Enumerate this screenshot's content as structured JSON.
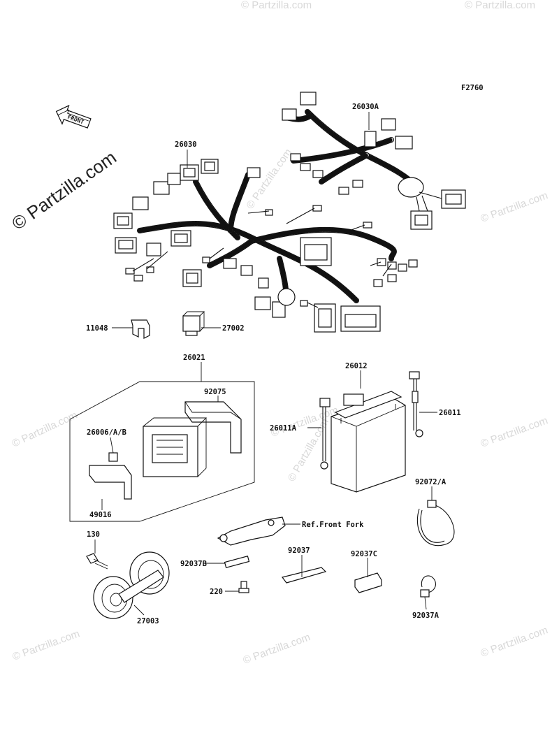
{
  "figure_code": "F2760",
  "watermark_main": "© Partzilla.com",
  "watermark_tile": "© Partzilla.com",
  "front_arrow": {
    "text": "FRONT",
    "icon": "front-arrow-icon"
  },
  "labels": {
    "p26030A": "26030A",
    "p26030": "26030",
    "p11048": "11048",
    "p27002": "27002",
    "p26021": "26021",
    "p92075": "92075",
    "p26006": "26006/A/B",
    "p49016": "49016",
    "p26012": "26012",
    "p26011": "26011",
    "p26011A": "26011A",
    "p92072": "92072/A",
    "ref_front_fork": "Ref.Front Fork",
    "p130": "130",
    "p92037B": "92037B",
    "p220": "220",
    "p27003": "27003",
    "p92037": "92037",
    "p92037C": "92037C",
    "p92037A": "92037A"
  }
}
